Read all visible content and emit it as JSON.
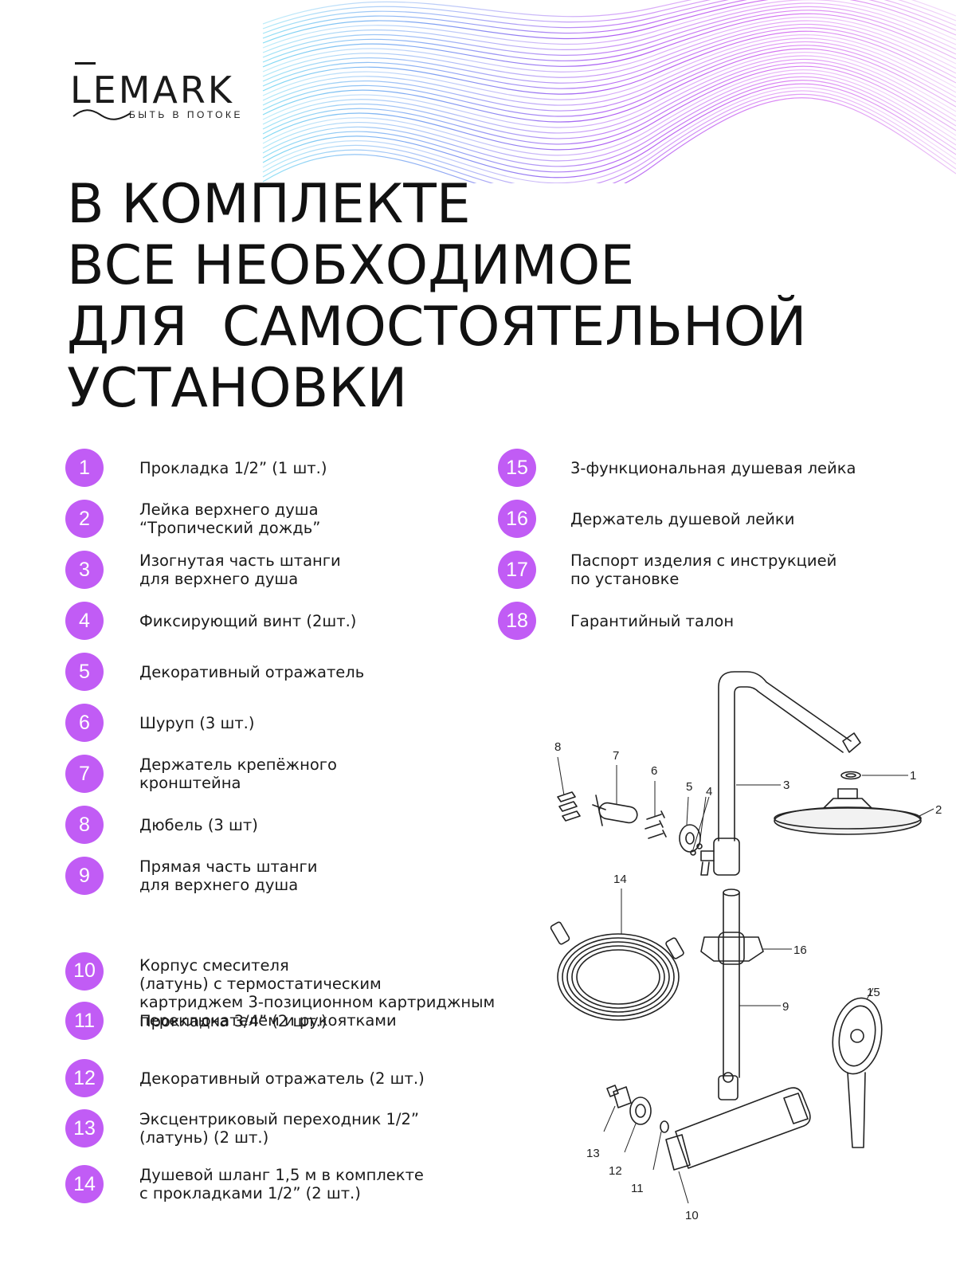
{
  "brand": {
    "name": "LEMARK",
    "tagline": "БЫТЬ В ПОТОКЕ",
    "accent_color": "#c15cf5"
  },
  "headline": {
    "line1": "В КОМПЛЕКТЕ",
    "line2": "ВСЕ НЕОБХОДИМОЕ",
    "line3": "ДЛЯ  САМОСТОЯТЕЛЬНОЙ",
    "line4": "УСТАНОВКИ"
  },
  "items": [
    {
      "num": "1",
      "text": "Прокладка 1/2” (1 шт.)"
    },
    {
      "num": "2",
      "text": "Лейка верхнего душа\n“Тропический дождь”"
    },
    {
      "num": "3",
      "text": "Изогнутая часть штанги\nдля верхнего душа"
    },
    {
      "num": "4",
      "text": "Фиксирующий винт (2шт.)"
    },
    {
      "num": "5",
      "text": "Декоративный отражатель"
    },
    {
      "num": "6",
      "text": "Шуруп (3 шт.)"
    },
    {
      "num": "7",
      "text": "Держатель крепёжного\nкронштейна"
    },
    {
      "num": "8",
      "text": "Дюбель (3 шт)"
    },
    {
      "num": "9",
      "text": "Прямая часть штанги\nдля верхнего душа"
    },
    {
      "num": "10",
      "text": "Корпус смесителя\n(латунь) с термостатическим\nкартриджем 3-позиционном картриджным\nпереключателем и рукоятками"
    },
    {
      "num": "11",
      "text": "Прокладка 3/4” (2 шт.)"
    },
    {
      "num": "12",
      "text": "Декоративный отражатель (2 шт.)"
    },
    {
      "num": "13",
      "text": "Эксцентриковый переходник 1/2”\n(латунь) (2 шт.)"
    },
    {
      "num": "14",
      "text": "Душевой шланг 1,5 м в комплекте\nс прокладками 1/2” (2 шт.)"
    },
    {
      "num": "15",
      "text": "3-функциональная душевая лейка"
    },
    {
      "num": "16",
      "text": "Держатель душевой лейки"
    },
    {
      "num": "17",
      "text": "Паспорт изделия с инструкцией\nпо установке"
    },
    {
      "num": "18",
      "text": "Гарантийный талон"
    }
  ],
  "diagram": {
    "labels": [
      "1",
      "2",
      "3",
      "4",
      "5",
      "6",
      "7",
      "8",
      "9",
      "10",
      "11",
      "12",
      "13",
      "14",
      "15",
      "16"
    ]
  }
}
